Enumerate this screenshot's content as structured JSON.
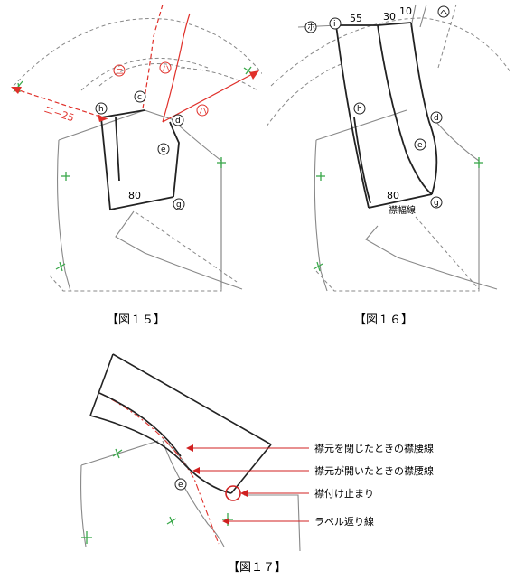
{
  "fig15": {
    "caption": "【図１５】",
    "points": {
      "h": "h",
      "c": "c",
      "d": "d",
      "e": "e",
      "g": "g"
    },
    "label_80": "80",
    "red_ni_25": "ニ−25",
    "red_ni": "ニ",
    "red_ha_1": "ハ",
    "red_ha_2": "ハ"
  },
  "fig16": {
    "caption": "【図１６】",
    "points": {
      "ho": "ホ",
      "i": "i",
      "he": "ヘ",
      "h": "h",
      "d": "d",
      "e": "e",
      "g": "g"
    },
    "dim_55": "55",
    "dim_30": "30",
    "dim_10": "10",
    "label_80": "80",
    "collar_width_line": "襟幅線"
  },
  "fig17": {
    "caption": "【図１７】",
    "point_e": "e",
    "annotations": [
      "襟元を閉じたときの襟腰線",
      "襟元が開いたときの襟腰線",
      "襟付け止まり",
      "ラペル返り線"
    ]
  },
  "colors": {
    "red": "#e0302a",
    "gray": "#888888",
    "line": "#222222",
    "green": "#3aa84a",
    "dash": "#777777"
  }
}
